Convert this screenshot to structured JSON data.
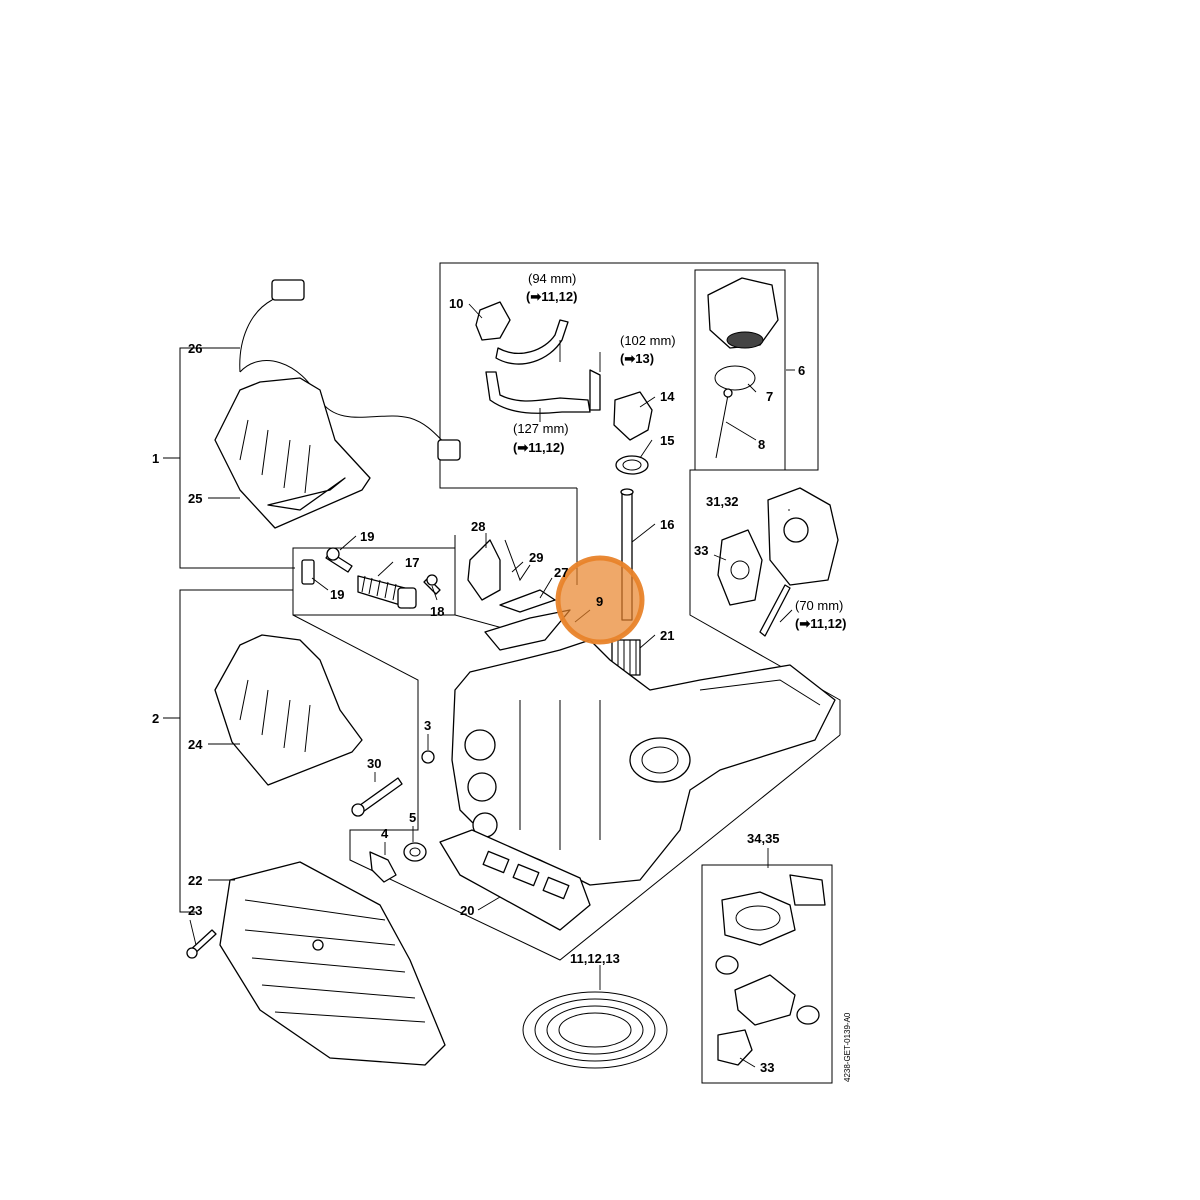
{
  "diagram": {
    "highlight_color": "#e8832a",
    "highlighted_part": "9",
    "callouts": {
      "c1": "1",
      "c2": "2",
      "c3": "3",
      "c4": "4",
      "c5": "5",
      "c6": "6",
      "c7": "7",
      "c8": "8",
      "c9": "9",
      "c10": "10",
      "c14": "14",
      "c15": "15",
      "c16": "16",
      "c17": "17",
      "c18": "18",
      "c19a": "19",
      "c19b": "19",
      "c20": "20",
      "c21": "21",
      "c22": "22",
      "c23": "23",
      "c24": "24",
      "c25": "25",
      "c26": "26",
      "c27": "27",
      "c28": "28",
      "c29": "29",
      "c30": "30",
      "c3132": "31,32",
      "c33a": "33",
      "c33b": "33",
      "c3435": "34,35",
      "c111213": "11,12,13"
    },
    "hose_notes": {
      "n94_len": "(94 mm)",
      "n94_ref": "11,12",
      "n102_len": "(102 mm)",
      "n102_ref": "13",
      "n127_len": "(127 mm)",
      "n127_ref": "11,12",
      "n70_len": "(70 mm)",
      "n70_ref": "11,12"
    },
    "arrow_symbol": "➡",
    "doc_id": "4238-GET-0139-A0"
  }
}
